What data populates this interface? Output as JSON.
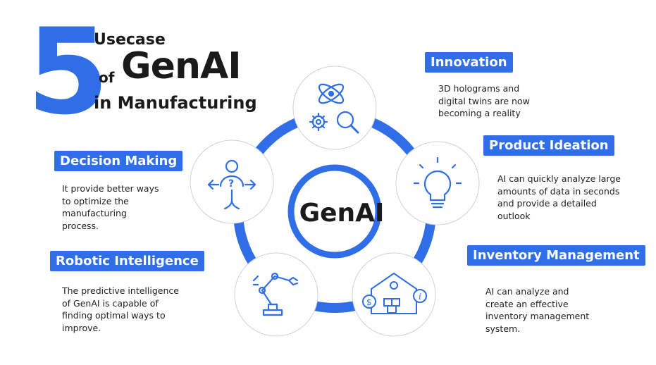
{
  "title": {
    "number": "5",
    "line1": "Usecase",
    "of": "of",
    "genai": "GenAI",
    "line3": "in Manufacturing"
  },
  "center_label": "GenAI",
  "accent_color": "#2f6ee6",
  "items": [
    {
      "label": "Innovation",
      "description": "3D holograms and digital twins are now becoming a reality",
      "icon": "atom-gear-magnifier-icon"
    },
    {
      "label": "Product Ideation",
      "description": "AI can quickly analyze large amounts of data in seconds and provide a detailed outlook",
      "icon": "lightbulb-icon"
    },
    {
      "label": "Inventory Management",
      "description": "AI can analyze and create an effective inventory management system.",
      "icon": "warehouse-icon"
    },
    {
      "label": "Robotic Intelligence",
      "description": "The predictive intelligence of GenAI is capable of finding optimal ways to improve.",
      "icon": "robot-arm-icon"
    },
    {
      "label": "Decision Making",
      "description": "It provide better ways to optimize the manufacturing process.",
      "icon": "decision-person-icon"
    }
  ]
}
